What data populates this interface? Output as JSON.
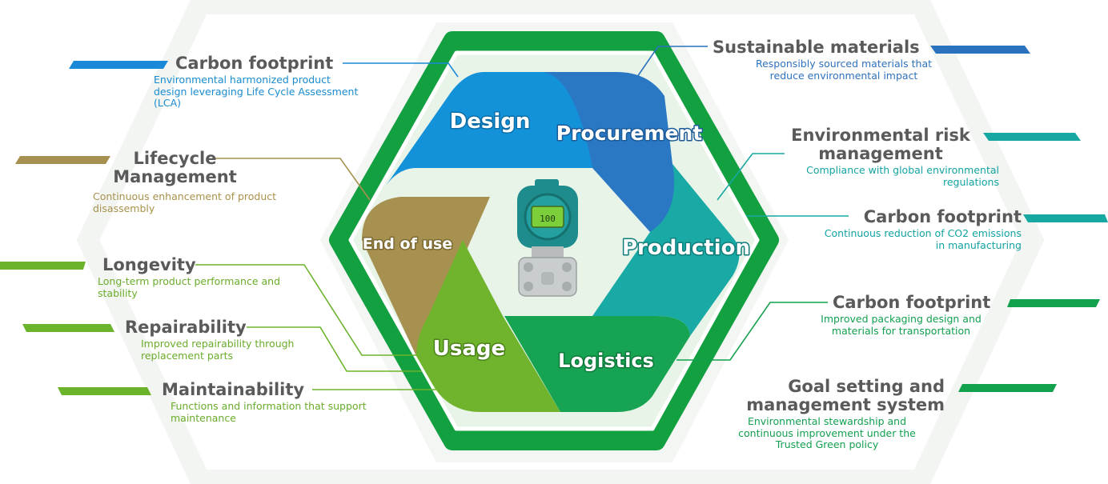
{
  "colors": {
    "frame_green": "#13a041",
    "design": "#1391d9",
    "procurement": "#2a78c4",
    "production": "#1aaaa6",
    "logistics": "#16a452",
    "usage": "#6fb42c",
    "end_of_use": "#a69150",
    "title_gray": "#5a5a5a"
  },
  "stages": {
    "design": "Design",
    "procurement": "Procurement",
    "production": "Production",
    "logistics": "Logistics",
    "usage": "Usage",
    "end_of_use": "End of use"
  },
  "callouts": {
    "design_carbon": {
      "title": "Carbon footprint",
      "desc": "     Environmental harmonized product\n   design leveraging Life Cycle Assessment\n(LCA)"
    },
    "sustainable_materials": {
      "title": "Sustainable materials",
      "desc": "Responsibly sourced materials that\nreduce environmental impact"
    },
    "env_risk": {
      "title": "Environmental risk\nmanagement",
      "desc": "Compliance with global environmental\nregulations"
    },
    "production_carbon": {
      "title": "Carbon footprint",
      "desc": "Continuous reduction of CO2 emissions\nin manufacturing"
    },
    "logistics_carbon": {
      "title": "Carbon footprint",
      "desc": "Improved packaging design and\nmaterials for transportation"
    },
    "goal_setting": {
      "title": "Goal setting and\nmanagement system",
      "desc": "Environmental stewardship and\ncontinuous improvement under the\nTrusted Green policy"
    },
    "lifecycle": {
      "title": "Lifecycle\nManagement",
      "desc": "   Continuous enhancement of product\ndisassembly"
    },
    "longevity": {
      "title": "Longevity",
      "desc": "Long-term product performance and\n  stability"
    },
    "repairability": {
      "title": "Repairability",
      "desc": "Improved repairability through\nreplacement parts"
    },
    "maintainability": {
      "title": "Maintainability",
      "desc": "Functions and information that support\n  maintenance"
    }
  },
  "product": {
    "display_value": "100"
  }
}
